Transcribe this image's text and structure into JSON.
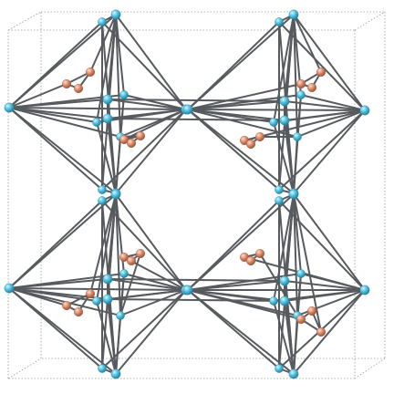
{
  "structure": {
    "view": "ball-and-stick",
    "unit_cell_box": "dotted",
    "bond_color": "#575a5e",
    "atom_types": [
      {
        "name": "cyan-atom",
        "color": "#58c7e4"
      },
      {
        "name": "salmon-atom",
        "color": "#e09372"
      }
    ],
    "octahedra_count": 4,
    "octahedron_centers": [
      "top-left",
      "top-right",
      "bottom-left",
      "bottom-right"
    ]
  }
}
